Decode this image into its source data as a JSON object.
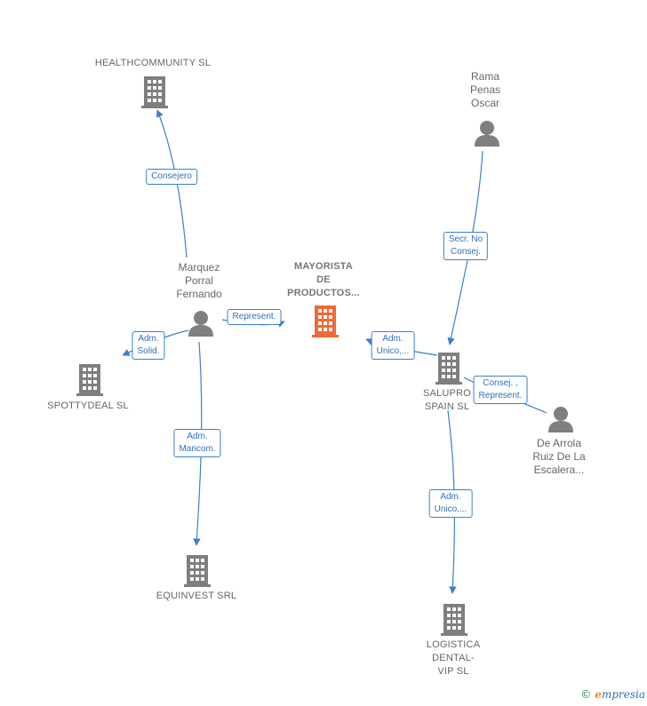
{
  "colors": {
    "edge": "#3a7fd0",
    "icon": "#7f7f7f",
    "focus_icon": "#f06a35",
    "label": "#666666"
  },
  "nodes": {
    "healthcommunity": {
      "label": "HEALTHCOMMUNITY SL",
      "kind": "company",
      "icon": "building-icon"
    },
    "rama": {
      "label": "Rama\nPenas\nOscar",
      "kind": "person",
      "icon": "person-icon"
    },
    "marquez": {
      "label": "Marquez\nPorral\nFernando",
      "kind": "person",
      "icon": "person-icon"
    },
    "mayorista": {
      "label": "MAYORISTA\nDE\nPRODUCTOS...",
      "kind": "company-focus",
      "icon": "building-icon"
    },
    "spottydeal": {
      "label": "SPOTTYDEAL SL",
      "kind": "company",
      "icon": "building-icon"
    },
    "salupro": {
      "label": "SALUPRO\nSPAIN SL",
      "kind": "company",
      "icon": "building-icon"
    },
    "dearrola": {
      "label": "De Arrola\nRuiz De La\nEscalera...",
      "kind": "person",
      "icon": "person-icon"
    },
    "equinvest": {
      "label": "EQUINVEST SRL",
      "kind": "company",
      "icon": "building-icon"
    },
    "logistica": {
      "label": "LOGISTICA\nDENTAL-\nVIP SL",
      "kind": "company",
      "icon": "building-icon"
    }
  },
  "edges": {
    "consejero": {
      "label": "Consejero"
    },
    "secr_no_consej": {
      "label": "Secr. No\nConsej."
    },
    "represent": {
      "label": "Represent."
    },
    "adm_solid": {
      "label": "Adm.\nSolid."
    },
    "adm_unico_mayorista": {
      "label": "Adm.\nUnico,..."
    },
    "consej_represent": {
      "label": "Consej. ,\nRepresent."
    },
    "adm_mancom": {
      "label": "Adm.\nMancom."
    },
    "adm_unico_logistica": {
      "label": "Adm.\nUnico,..."
    }
  },
  "brand": {
    "copyright": "©",
    "name_initial": "e",
    "name_rest": "mpresia"
  }
}
